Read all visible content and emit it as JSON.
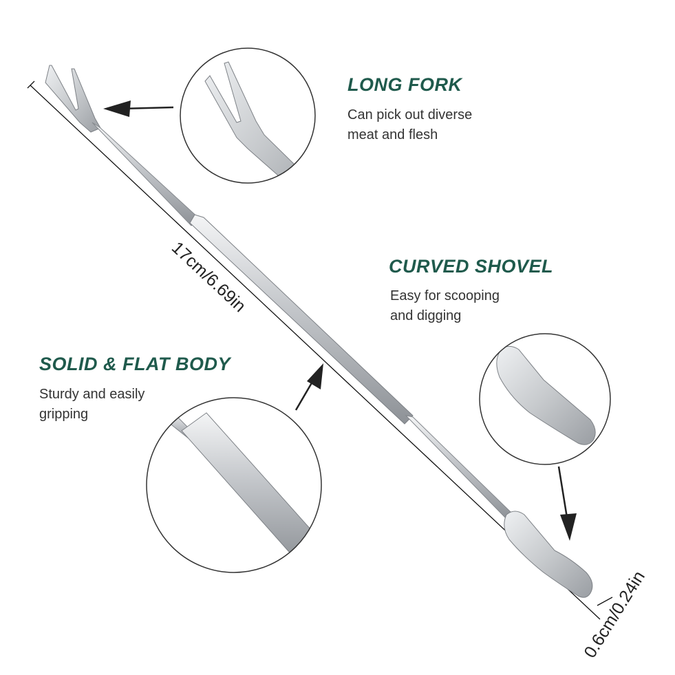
{
  "colors": {
    "heading": "#1f5a4c",
    "text": "#333333",
    "steel": "#c9ccd0",
    "line": "#111111"
  },
  "features": {
    "fork": {
      "title": "LONG FORK",
      "desc_line1": "Can pick out diverse",
      "desc_line2": "meat and flesh"
    },
    "shovel": {
      "title": "CURVED SHOVEL",
      "desc_line1": "Easy for scooping",
      "desc_line2": "and digging"
    },
    "body": {
      "title": "SOLID & FLAT BODY",
      "desc_line1": "Sturdy and easily",
      "desc_line2": "gripping"
    }
  },
  "dimensions": {
    "length": "17cm/6.69in",
    "width": "0.6cm/0.24in"
  },
  "icons": [
    "arrow-left-icon",
    "arrow-up-icon",
    "arrow-down-icon"
  ]
}
